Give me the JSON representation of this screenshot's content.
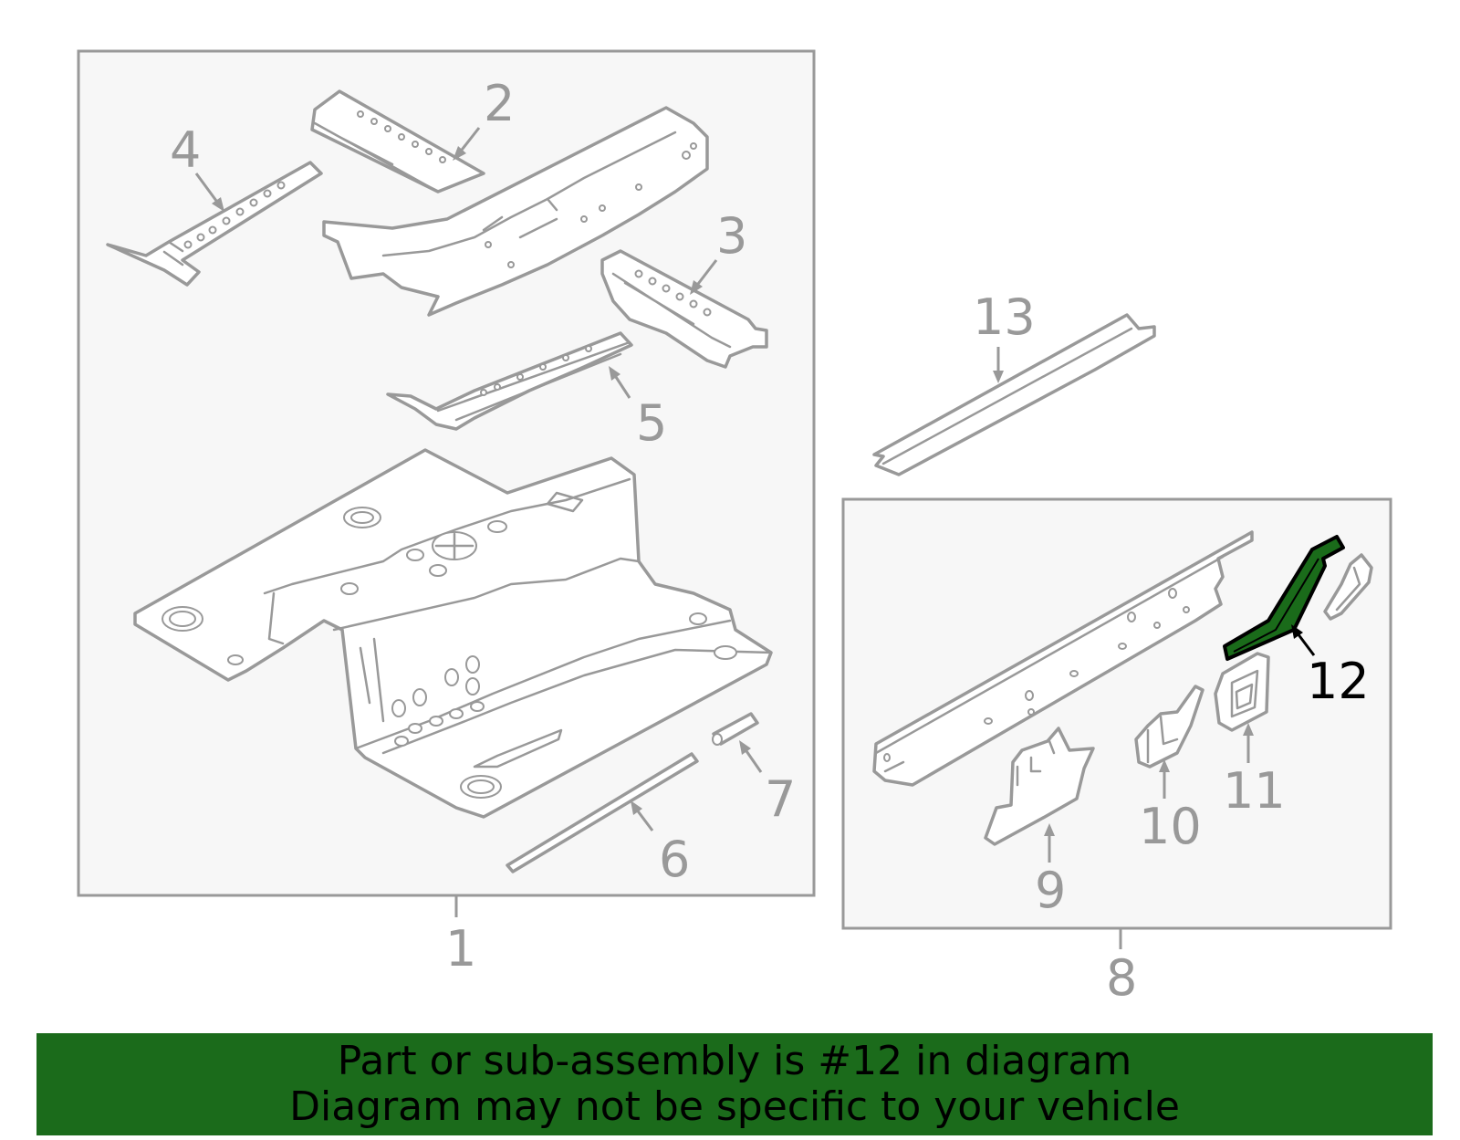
{
  "callouts": {
    "c1": "1",
    "c2": "2",
    "c3": "3",
    "c4": "4",
    "c5": "5",
    "c6": "6",
    "c7": "7",
    "c8": "8",
    "c9": "9",
    "c10": "10",
    "c11": "11",
    "c12": "12",
    "c13": "13"
  },
  "highlighted_part": "12",
  "colors": {
    "highlight": "#1a6b1a",
    "banner": "#1b6b1b",
    "line": "#999999"
  },
  "banner": {
    "line1": "Part or sub-assembly is #12 in diagram",
    "line2": "Diagram may not be specific to your vehicle"
  }
}
